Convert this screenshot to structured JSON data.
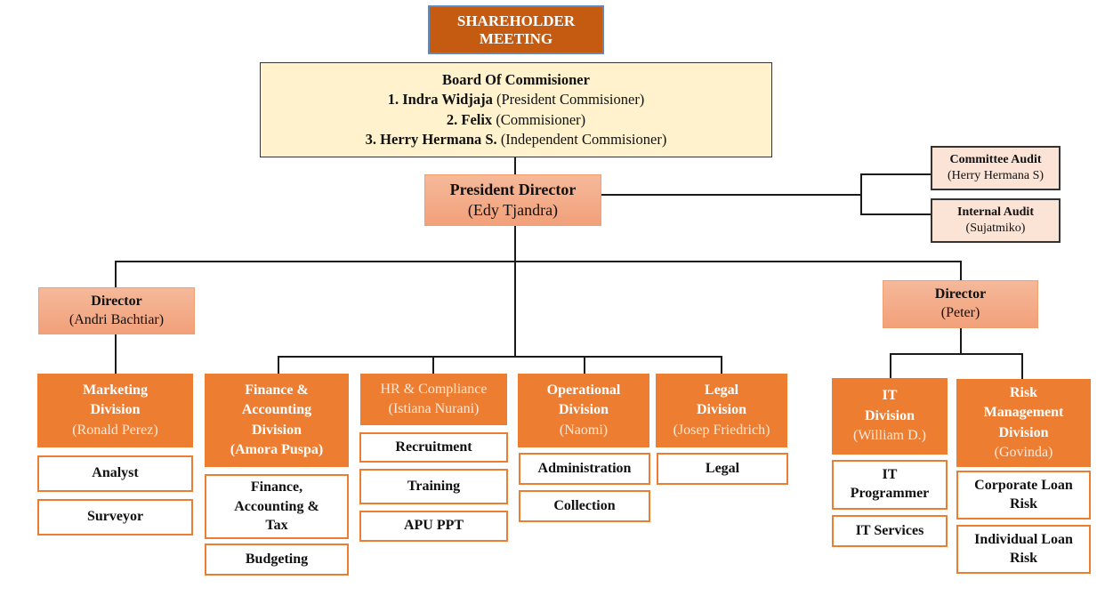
{
  "shareholder": {
    "line1": "SHAREHOLDER",
    "line2": "MEETING"
  },
  "board": {
    "title": "Board Of Commisioner",
    "members": [
      {
        "name": "1. Indra Widjaja",
        "role": " (President Commisioner)"
      },
      {
        "name": "2. Felix",
        "role": " (Commisioner)"
      },
      {
        "name": "3. Herry Hermana S.",
        "role": " (Independent Commisioner)"
      }
    ]
  },
  "president": {
    "title": "President Director",
    "name": "(Edy Tjandra)"
  },
  "audits": [
    {
      "title": "Committee Audit",
      "name": "(Herry Hermana S)"
    },
    {
      "title": "Internal Audit",
      "name": "(Sujatmiko)"
    }
  ],
  "directors": [
    {
      "title": "Director",
      "name": "(Andri Bachtiar)"
    },
    {
      "title": "Director",
      "name": "(Peter)"
    }
  ],
  "divisions": {
    "marketing": {
      "title1": "Marketing",
      "title2": "Division",
      "name": "(Ronald Perez)",
      "subs": [
        "Analyst",
        "Surveyor"
      ]
    },
    "finance": {
      "title1": "Finance &",
      "title2": "Accounting",
      "title3": "Division",
      "name": "(Amora Puspa)",
      "subs": [
        "Finance,",
        "Accounting &",
        "Tax",
        "Budgeting"
      ]
    },
    "hr": {
      "title": "HR & Compliance",
      "name": "(Istiana Nurani)",
      "subs": [
        "Recruitment",
        "Training",
        "APU PPT"
      ]
    },
    "operational": {
      "title1": "Operational",
      "title2": "Division",
      "name": "(Naomi)",
      "subs": [
        "Administration",
        "Collection"
      ]
    },
    "legal": {
      "title1": "Legal",
      "title2": "Division",
      "name": "(Josep Friedrich)",
      "subs": [
        "Legal"
      ]
    },
    "it": {
      "title1": "IT",
      "title2": "Division",
      "name": "(William D.)",
      "subs": [
        "IT",
        "Programmer",
        "IT Services"
      ]
    },
    "risk": {
      "title1": "Risk",
      "title2": "Management",
      "title3": "Division",
      "name": "(Govinda)",
      "subs": [
        "Corporate Loan",
        "Risk",
        "Individual Loan",
        "Risk"
      ]
    }
  },
  "colors": {
    "division": "#ed7d31",
    "shareholder": "#c55a11",
    "board": "#fff2cc",
    "director": "#f4b183",
    "audit": "#fbe3d6"
  }
}
